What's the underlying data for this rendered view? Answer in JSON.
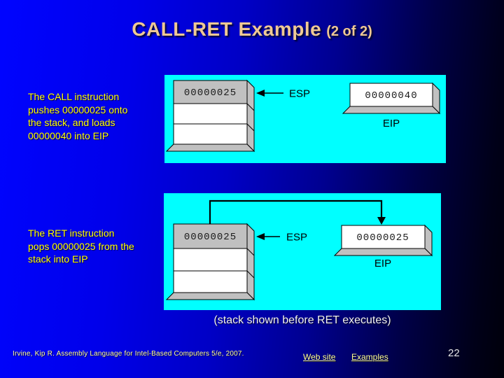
{
  "title": {
    "main": "CALL-RET Example",
    "suffix": "(2 of 2)"
  },
  "call_section": {
    "lines": [
      "The CALL instruction",
      "pushes 00000025 onto",
      "the stack, and loads",
      "00000040 into EIP"
    ]
  },
  "ret_section": {
    "lines": [
      "The RET instruction",
      "pops 00000025 from the",
      "stack into EIP"
    ]
  },
  "call_diagram": {
    "stack_value": "00000025",
    "esp_label": "ESP",
    "eip_value": "00000040",
    "eip_label": "EIP"
  },
  "ret_diagram": {
    "stack_value": "00000025",
    "esp_label": "ESP",
    "eip_value": "00000025",
    "eip_label": "EIP"
  },
  "caption": "(stack shown before RET executes)",
  "footer": {
    "citation": "Irvine, Kip R. Assembly Language for Intel-Based Computers 5/e, 2007.",
    "links": [
      {
        "label": "Web site"
      },
      {
        "label": "Examples"
      }
    ],
    "page_number": "22"
  },
  "colors": {
    "panel_background": "#00ffff",
    "body_text": "#ffff00",
    "title_text": "#efc894",
    "link_text": "#ffff99",
    "box_gray": "#c0c0c0"
  }
}
